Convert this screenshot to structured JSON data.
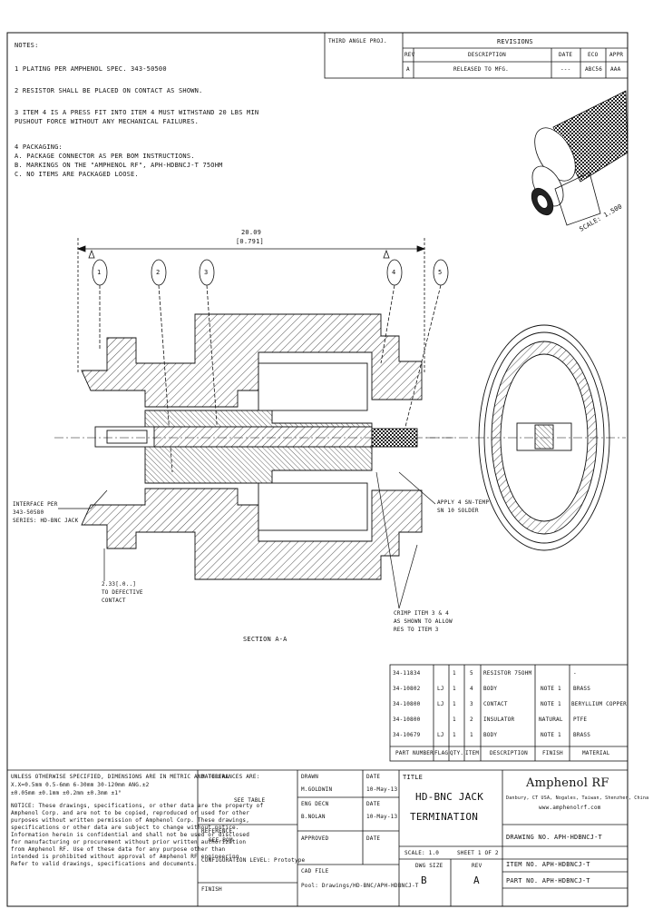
{
  "notes": {
    "title": "NOTES:",
    "n1": "1   PLATING PER AMPHENOL SPEC. 343-50500",
    "n2": "2   RESISTOR SHALL BE PLACED ON CONTACT AS SHOWN.",
    "n3a": "3   ITEM 4 IS A PRESS FIT INTO ITEM 4 MUST WITHSTAND 20 LBS MIN",
    "n3b": "    PUSHOUT FORCE WITHOUT ANY MECHANICAL FAILURES.",
    "n4": "4   PACKAGING:",
    "n4a": "    A. PACKAGE CONNECTOR AS PER BOM INSTRUCTIONS.",
    "n4b": "    B. MARKINGS ON THE \"AMPHENOL RF\", APH-HDBNCJ-T 75OHM",
    "n4c": "    C. NO ITEMS ARE PACKAGED LOOSE."
  },
  "revisions": {
    "third_angle": "THIRD ANGLE PROJ.",
    "header": "REVISIONS",
    "cols": [
      "REV",
      "DESCRIPTION",
      "DATE",
      "ECO",
      "APPR"
    ],
    "row": [
      "A",
      "RELEASED TO MFG.",
      "---",
      "ABC56",
      "AAA"
    ]
  },
  "scale_label": "SCALE: 1.500",
  "dimension": {
    "line1": "20.09",
    "line2": "[0.791]"
  },
  "balloons": [
    "1",
    "2",
    "3",
    "4",
    "5"
  ],
  "callouts": {
    "interface": [
      "INTERFACE PER",
      "343-50580",
      "SERIES: HD-BNC JACK"
    ],
    "contact": [
      "2.33[.0..]",
      "TO DEFECTIVE",
      "CONTACT"
    ],
    "solder": [
      "APPLY 4 SN-TEMP",
      "SN 10 SOLDER"
    ],
    "crimp": [
      "CRIMP ITEM 3 & 4",
      "AS SHOWN TO ALLOW",
      "RES TO ITEM 3"
    ],
    "section": "SECTION A-A"
  },
  "bom": {
    "rows": [
      [
        "34-11834",
        "",
        "1",
        "5",
        "RESISTOR 75OHM",
        "",
        "-"
      ],
      [
        "34-10802",
        "LJ",
        "1",
        "4",
        "BODY",
        "NOTE 1",
        "BRASS"
      ],
      [
        "34-10800",
        "LJ",
        "1",
        "3",
        "CONTACT",
        "NOTE 1",
        "BERYLLIUM COPPER"
      ],
      [
        "34-10800",
        "",
        "1",
        "2",
        "INSULATOR",
        "NATURAL",
        "PTFE"
      ],
      [
        "34-10679",
        "LJ",
        "1",
        "1",
        "BODY",
        "NOTE 1",
        "BRASS"
      ]
    ],
    "header": [
      "PART NUMBER",
      "FLAG",
      "QTY.",
      "ITEM",
      "DESCRIPTION",
      "FINISH",
      "MATERIAL"
    ]
  },
  "tolerances": {
    "l1": "UNLESS OTHERWISE SPECIFIED, DIMENSIONS ARE IN METRIC AND TOLERANCES ARE:",
    "l2": "  X.X=0.5mm   0.5-6mm   6-30mm   30-120mm   ANG.±2",
    "l3": "  ±0.05mm     ±0.1mm    ±0.2mm   ±0.3mm      ±1°",
    "p1": "NOTICE: These drawings, specifications, or other data are the property of",
    "p2": "Amphenol Corp. and are not to be copied, reproduced or used for other",
    "p3": "purposes without written permission of Amphenol Corp. These drawings,",
    "p4": "specifications or other data are subject to change without notice.",
    "p5": "Information herein is confidential and shall not be used or disclosed",
    "p6": "for manufacturing or procurement without prior written authorization",
    "p7": "from Amphenol RF. Use of these data for any purpose other than",
    "p8": "intended is prohibited without approval of Amphenol RF engineering.",
    "p9": "Refer to valid drawings, specifications and documents."
  },
  "material": {
    "label": "MATERIAL",
    "value": "SEE TABLE",
    "ref_label": "REFERENCE",
    "ref_value": "SEE BOM",
    "config": "CONFIGURATION LEVEL: Prototype",
    "finish": "FINISH"
  },
  "signoffs": {
    "drawn": "DRAWN",
    "drawn_name": "M.GOLDWIN",
    "drawn_date_label": "DATE",
    "drawn_date": "10-May-13",
    "eng": "ENG DECN",
    "eng_name": "B.NOLAN",
    "eng_date_label": "DATE",
    "eng_date": "10-May-13",
    "approved": "APPROVED",
    "approved_date_label": "DATE",
    "cad": "CAD FILE",
    "cad_value": "Pool: Drawings/HD-BNC/APH-HDBNCJ-T"
  },
  "title_block": {
    "label": "TITLE",
    "line1": "HD-BNC JACK",
    "line2": "TERMINATION",
    "scale": "SCALE: 1.0",
    "sheet": "SHEET 1 OF 2",
    "dwg_size_label": "DWG SIZE",
    "dwg_size": "B",
    "rev_label": "REV",
    "rev": "A"
  },
  "company": {
    "name": "Amphenol RF",
    "address": "Danbury, CT USA, Nogales, Taiwan, Shenzhen, China",
    "web": "www.amphenolrf.com",
    "drawing_no": "DRAWING NO. APH-HDBNCJ-T",
    "item_no": "ITEM NO. APH-HDBNCJ-T",
    "part_no": "PART NO. APH-HDBNCJ-T"
  }
}
